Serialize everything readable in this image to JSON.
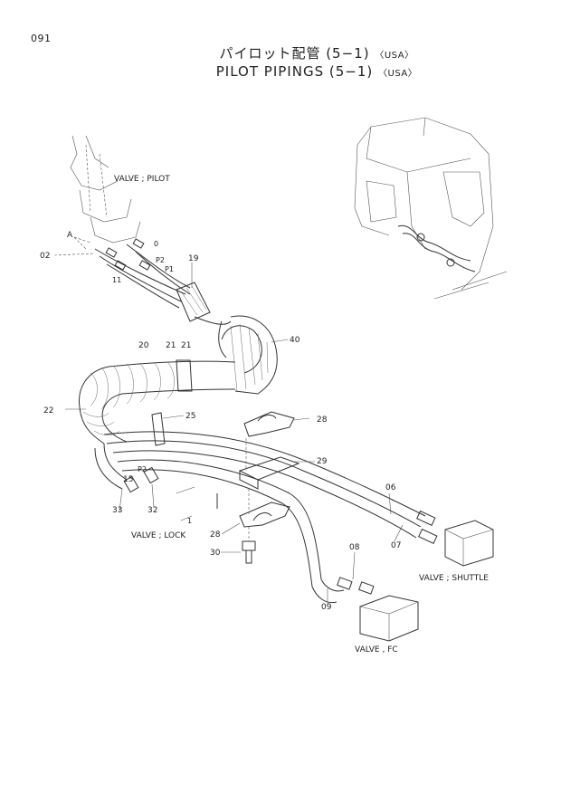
{
  "page_number": "091",
  "title_jp": "パイロット配管 (5−1)",
  "title_en": "PILOT PIPINGS (5−1)",
  "title_suffix": "〈USA〉",
  "components": {
    "valve_pilot": "VALVE ; PILOT",
    "valve_lock": "VALVE ; LOCK",
    "valve_shuttle": "VALVE ; SHUTTLE",
    "valve_fc": "VALVE , FC"
  },
  "callouts": {
    "c02": "02",
    "cA": "A",
    "c19": "19",
    "c40": "40",
    "c20": "20",
    "c21a": "21",
    "c21b": "21",
    "c22": "22",
    "c25": "25",
    "c28a": "28",
    "c29": "29",
    "c06": "06",
    "c07": "07",
    "c08": "08",
    "c09": "09",
    "c15": "15",
    "c33": "33",
    "c32": "32",
    "c28b": "28",
    "c30": "30",
    "cP1": "P1",
    "cP2": "P2",
    "cP2b": "P2",
    "c0": "0",
    "c11": "11",
    "c1": "1"
  }
}
